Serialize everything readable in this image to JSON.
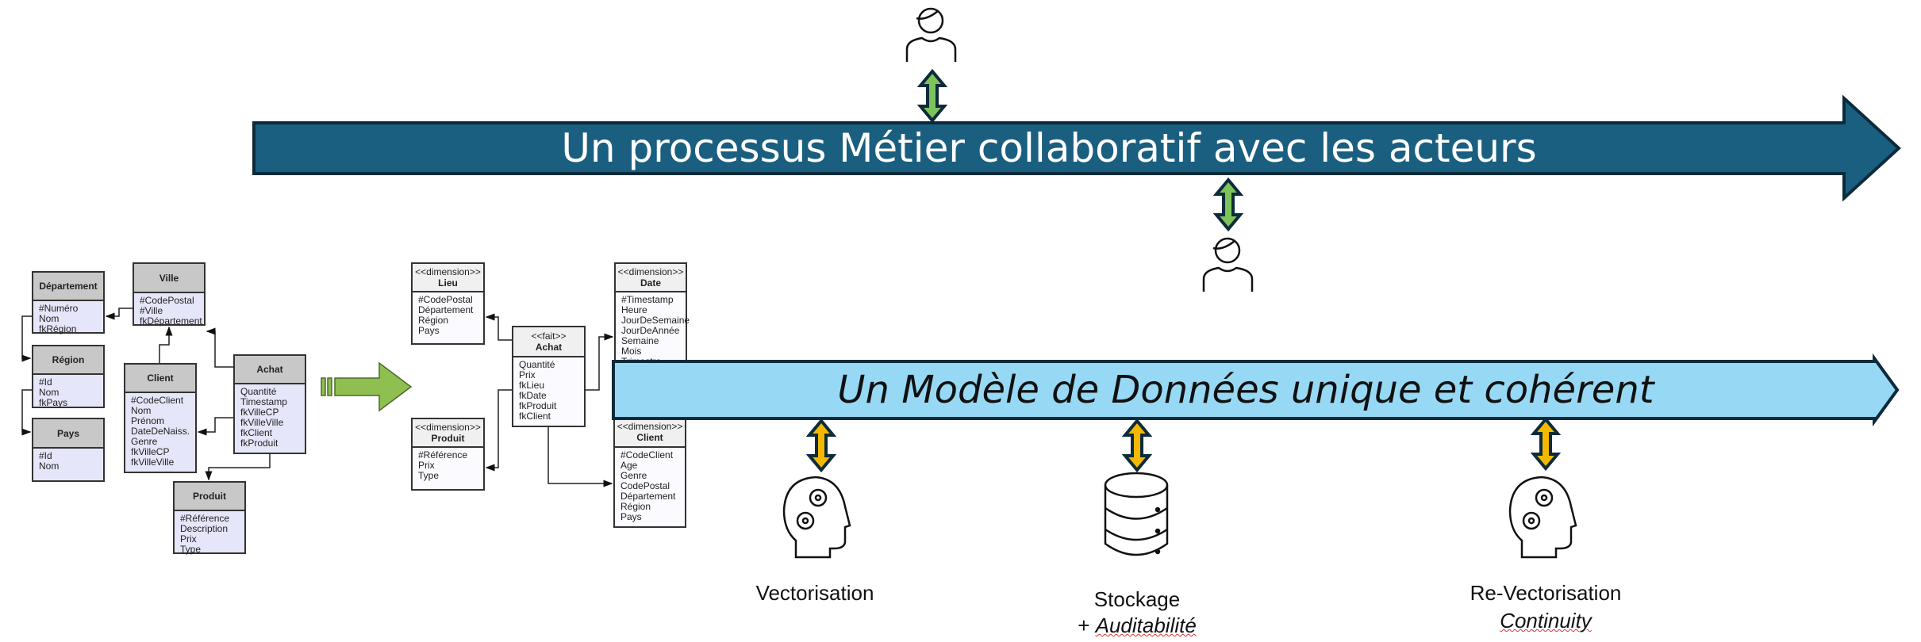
{
  "banner_top": {
    "text": "Un processus Métier collaboratif avec les acteurs",
    "color": "#1a5f80"
  },
  "banner_bottom": {
    "text": "Un Modèle de Données unique et cohérent",
    "color": "#97d9f5"
  },
  "er_model": [
    {
      "id": "departement",
      "title": "Département",
      "fields": [
        "#Numéro",
        "Nom",
        "fkRégion"
      ]
    },
    {
      "id": "ville",
      "title": "Ville",
      "fields": [
        "#CodePostal",
        "#Ville",
        "fkDépartement"
      ]
    },
    {
      "id": "region",
      "title": "Région",
      "fields": [
        "#Id",
        "Nom",
        "fkPays"
      ]
    },
    {
      "id": "pays",
      "title": "Pays",
      "fields": [
        "#Id",
        "Nom"
      ]
    },
    {
      "id": "client",
      "title": "Client",
      "fields": [
        "#CodeClient",
        "Nom",
        "Prénom",
        "DateDeNaiss.",
        "Genre",
        "fkVilleCP",
        "fkVilleVille"
      ]
    },
    {
      "id": "achat",
      "title": "Achat",
      "fields": [
        "Quantité",
        "Timestamp",
        "fkVilleCP",
        "fkVilleVille",
        "fkClient",
        "fkProduit"
      ]
    },
    {
      "id": "produit",
      "title": "Produit",
      "fields": [
        "#Référence",
        "Description",
        "Prix",
        "Type"
      ]
    }
  ],
  "star_model": [
    {
      "id": "lieu",
      "stereotype": "<<dimension>>",
      "title": "Lieu",
      "fields": [
        "#CodePostal",
        "Département",
        "Région",
        "Pays"
      ]
    },
    {
      "id": "achat",
      "stereotype": "<<fait>>",
      "title": "Achat",
      "fields": [
        "Quantité",
        "Prix",
        "fkLieu",
        "fkDate",
        "fkProduit",
        "fkClient"
      ]
    },
    {
      "id": "date",
      "stereotype": "<<dimension>>",
      "title": "Date",
      "fields": [
        "#Timestamp",
        "Heure",
        "JourDeSemaine",
        "JourDeAnnée",
        "Semaine",
        "Mois",
        "Trimestre"
      ]
    },
    {
      "id": "produit",
      "stereotype": "<<dimension>>",
      "title": "Produit",
      "fields": [
        "#Référence",
        "Prix",
        "Type"
      ]
    },
    {
      "id": "client",
      "stereotype": "<<dimension>>",
      "title": "Client",
      "fields": [
        "#CodeClient",
        "Age",
        "Genre",
        "CodePostal",
        "Département",
        "Région",
        "Pays"
      ]
    }
  ],
  "steps": {
    "vectorisation": {
      "label": "Vectorisation",
      "icon": "head-gears-icon"
    },
    "stockage": {
      "label": "Stockage",
      "sub_prefix": "+ ",
      "sub": "Auditabilité",
      "icon": "database-icon"
    },
    "revectorisation": {
      "label": "Re-Vectorisation",
      "sub": "Continuity",
      "icon": "head-gears-icon"
    }
  },
  "colors": {
    "green_arrow": "#7dc35b",
    "yellow_arrow": "#f5b800",
    "transform_arrow": "#8fbf50",
    "outline": "#0d2b3a"
  }
}
